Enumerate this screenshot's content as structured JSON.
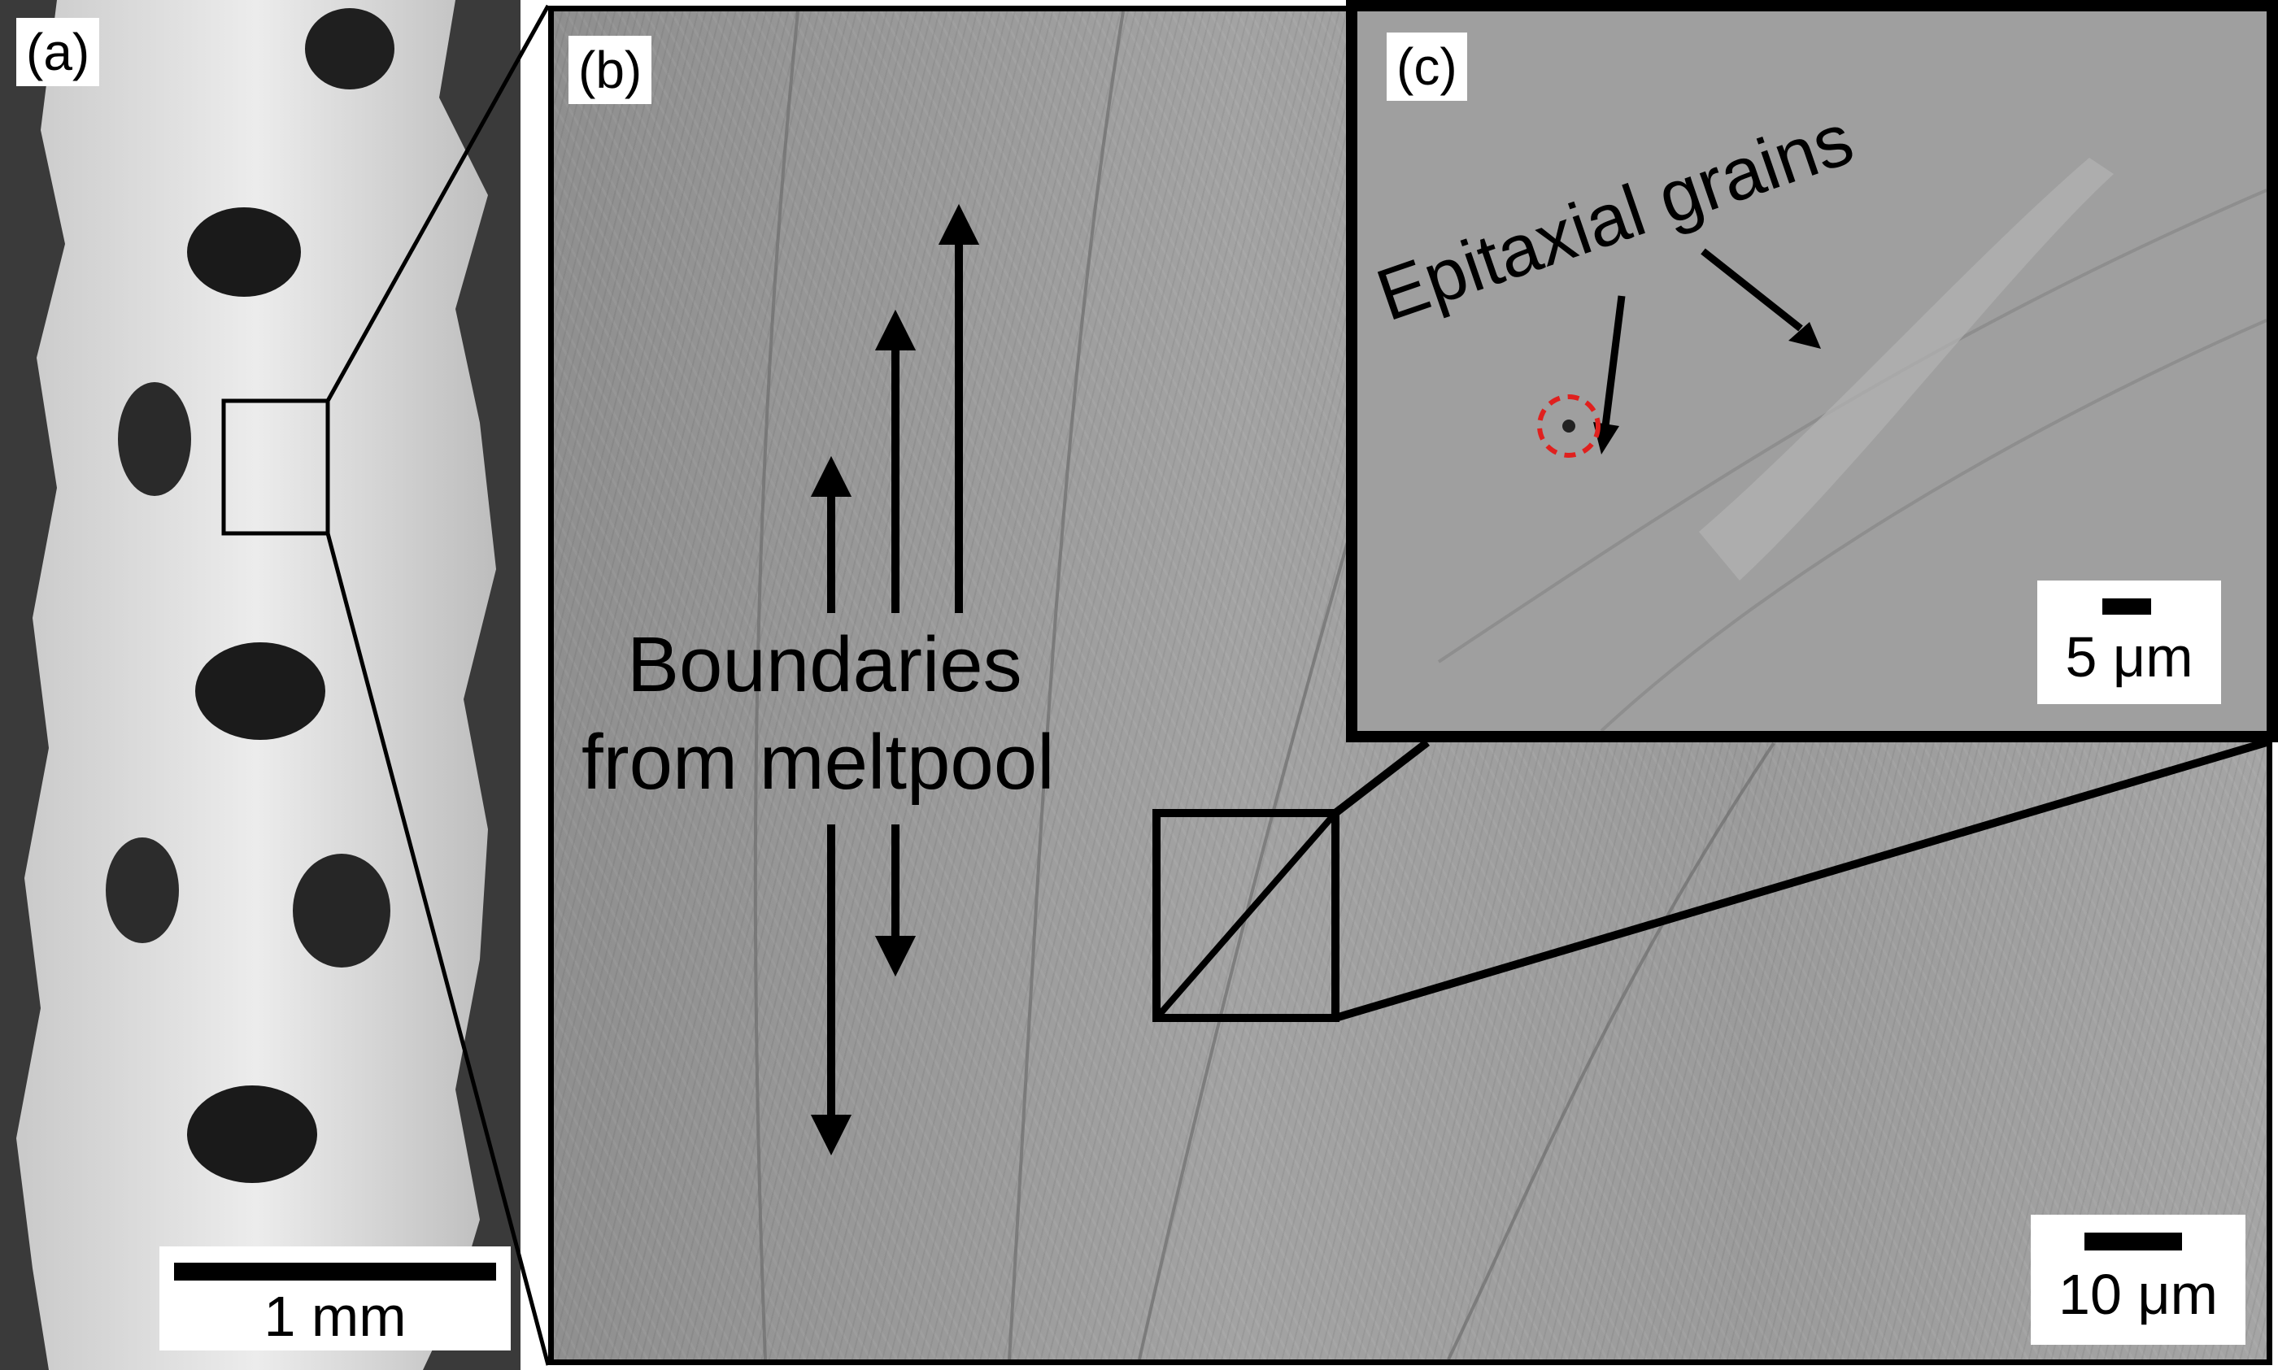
{
  "panels": {
    "a": {
      "label": "(a)",
      "scale": "1 mm"
    },
    "b": {
      "label": "(b)",
      "scale": "10 μm",
      "annotation_line1": "Boundaries",
      "annotation_line2": "from meltpool"
    },
    "c": {
      "label": "(c)",
      "scale": "5 μm",
      "annotation": "Epitaxial grains"
    }
  },
  "colors": {
    "highlight_circle": "#e0201e"
  }
}
